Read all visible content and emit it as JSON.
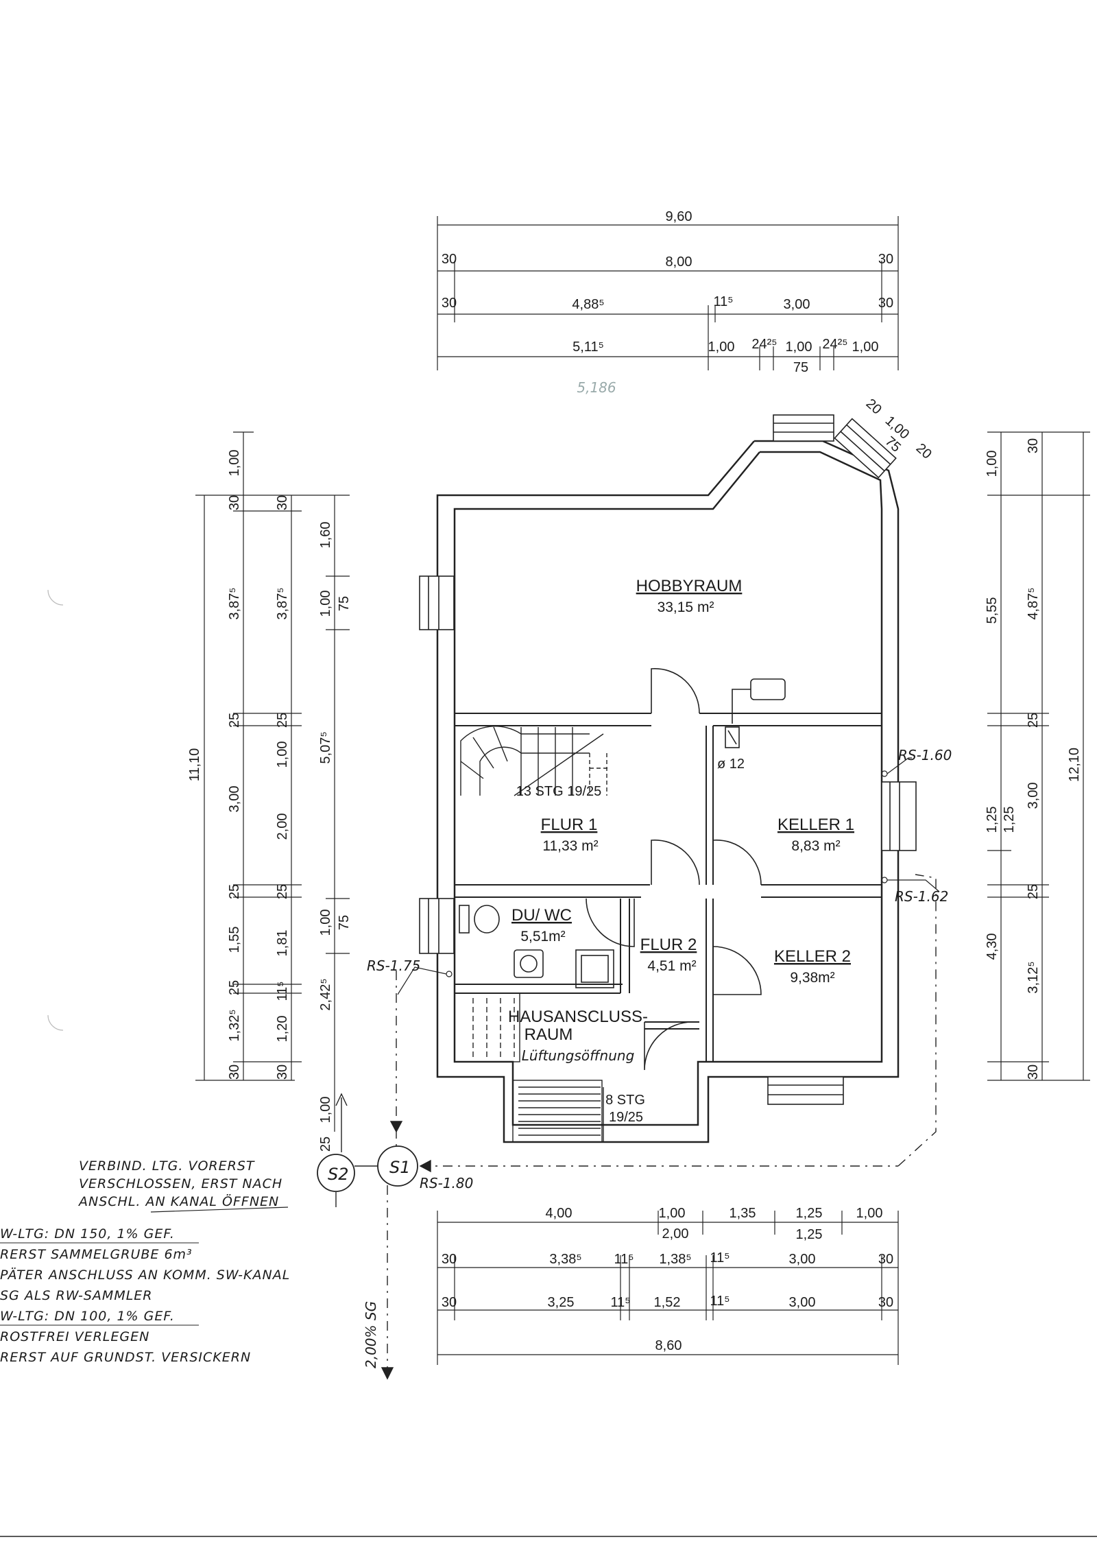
{
  "rooms": {
    "hobbyraum": {
      "name": "HOBBYRAUM",
      "area": "33,15 m²"
    },
    "flur1": {
      "name": "FLUR 1",
      "area": "11,33 m²"
    },
    "keller1": {
      "name": "KELLER 1",
      "area": "8,83 m²"
    },
    "keller2": {
      "name": "KELLER 2",
      "area": "9,38m²"
    },
    "duwc": {
      "name": "DU/ WC",
      "area": "5,51m²"
    },
    "flur2": {
      "name": "FLUR 2",
      "area": "4,51 m²"
    },
    "hausanschluss": {
      "name1": "HAUSANSCLUSS-",
      "name2": "RAUM",
      "opening": "Lüftungsöffnung"
    }
  },
  "stairs": {
    "main": "13 STG  19/25",
    "outside1": "8 STG",
    "outside2": "19/25",
    "bore": "ø 12"
  },
  "dimensions": {
    "top": [
      "9,60",
      "30",
      "8,00",
      "30",
      "30",
      "4,88⁵",
      "11⁵",
      "3,00",
      "30",
      "5,11⁵",
      "1,00",
      "24²⁵",
      "1,00",
      "24²⁵",
      "1,00",
      "75"
    ],
    "top_pencil": "5,186",
    "bottom": [
      "4,00",
      "1,00",
      "1,35",
      "1,25",
      "1,00",
      "2,00",
      "1,25",
      "30",
      "3,38⁵",
      "11⁵",
      "1,38⁵",
      "11⁵",
      "3,00",
      "30",
      "30",
      "3,25",
      "11⁵",
      "1,52",
      "11⁵",
      "3,00",
      "30",
      "8,60"
    ],
    "left": [
      "1,00",
      "30",
      "30",
      "3,87⁵",
      "3,87⁵",
      "1,60",
      "1,00",
      "75",
      "25",
      "25",
      "1,00",
      "5,07⁵",
      "11,10",
      "3,00",
      "2,00",
      "25",
      "25",
      "1,00",
      "75",
      "1,55",
      "1,81",
      "25",
      "11⁵",
      "2,42⁵",
      "1,32⁵",
      "1,20",
      "30",
      "30",
      "1,00",
      "25"
    ],
    "right": [
      "1,00",
      "30",
      "5,55",
      "4,87⁵",
      "25",
      "3,00",
      "1,25",
      "1,25",
      "12,10",
      "25",
      "4,30",
      "3,12⁵",
      "30"
    ],
    "window": [
      "20",
      "1,00",
      "75",
      "20"
    ]
  },
  "levels": {
    "rs1": "RS-1.60",
    "rs2": "RS-1.62",
    "rs3": "RS-1.75",
    "rs4": "RS-1.80",
    "sg": "2,00% SG"
  },
  "shafts": {
    "s1": "S1",
    "s2": "S2"
  },
  "notes": {
    "verbind1": "VERBIND. LTG. VORERST",
    "verbind2": "VERSCHLOSSEN, ERST NACH",
    "verbind3": "ANSCHL. AN KANAL ÖFFNEN",
    "lines": [
      "W-LTG: DN 150, 1% GEF.",
      "RERST SAMMELGRUBE 6m³",
      "PÄTER ANSCHLUSS AN KOMM. SW-KANAL",
      "SG ALS RW-SAMMLER",
      "W-LTG: DN 100, 1% GEF.",
      "ROSTFREI VERLEGEN",
      "RERST AUF GRUNDST. VERSICKERN"
    ]
  }
}
